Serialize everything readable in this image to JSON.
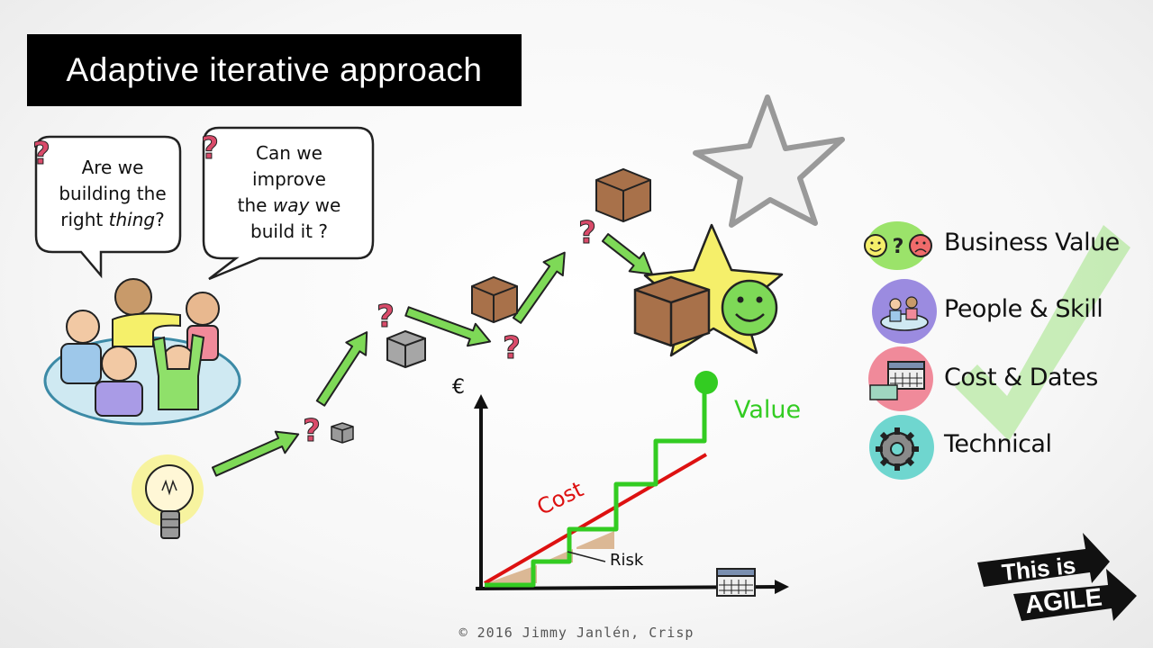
{
  "title": "Adaptive iterative approach",
  "bubbles": {
    "left": {
      "line1": "Are we",
      "line2": "building the",
      "line3_pre": "right ",
      "line3_em": "thing",
      "line3_post": "?"
    },
    "right": {
      "line1": "Can we",
      "line2": "improve",
      "line3_pre": "the ",
      "line3_em": "way",
      "line3_post": " we",
      "line4": "build it ?"
    }
  },
  "graph": {
    "y_axis_label": "€",
    "value_label": "Value",
    "cost_label": "Cost",
    "risk_label": "Risk"
  },
  "legend": [
    {
      "label": "Business Value",
      "icon": "business-value-icon",
      "color": "#9be36a"
    },
    {
      "label": "People & Skill",
      "icon": "people-skill-icon",
      "color": "#9b8be0"
    },
    {
      "label": "Cost & Dates",
      "icon": "cost-dates-icon",
      "color": "#f08a9a"
    },
    {
      "label": "Technical",
      "icon": "technical-gear-icon",
      "color": "#6fd6cf"
    }
  ],
  "badge": {
    "line1": "This is",
    "line2": "AGILE"
  },
  "copyright": "© 2016 Jimmy Janlén, Crisp",
  "colors": {
    "arrow_green": "#7ed957",
    "value_green": "#33cc22",
    "cost_red": "#dd1111",
    "risk_fill": "#d7b08a",
    "box_brown": "#a8714a",
    "question_pink": "#d94b6a",
    "star_yellow": "#f5ef6a"
  }
}
